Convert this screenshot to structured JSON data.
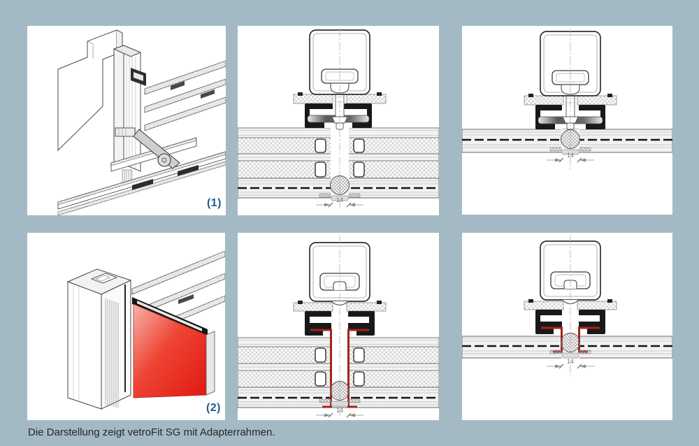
{
  "page": {
    "background_color": "#a3bac4",
    "caption": "Die Darstellung zeigt vetroFit SG mit Adapterrahmen."
  },
  "labels": {
    "figure1": "(1)",
    "figure2": "(2)"
  },
  "dimensions": {
    "joint_width_mm": "14"
  },
  "colors": {
    "panel_background": "#ffffff",
    "figure_label_blue": "#235c8c",
    "adapter_highlight_red": "#a8211a",
    "glass_red": "#e01810",
    "profile_black": "#191919",
    "caption_text": "#262626"
  },
  "panels": [
    {
      "id": "panel-iso-1",
      "type": "isometric-detail",
      "label": "(1)"
    },
    {
      "id": "panel-sec-ins",
      "type": "cross-section",
      "glazing": "insulated",
      "dimension": "14"
    },
    {
      "id": "panel-sec-single",
      "type": "cross-section",
      "glazing": "single",
      "dimension": "14"
    },
    {
      "id": "panel-iso-2",
      "type": "isometric-detail",
      "label": "(2)"
    },
    {
      "id": "panel-sec-ins-adapter",
      "type": "cross-section",
      "glazing": "insulated",
      "dimension": "14",
      "highlight": "adapter-frame-red"
    },
    {
      "id": "panel-sec-single-adapter",
      "type": "cross-section",
      "glazing": "single",
      "dimension": "14",
      "highlight": "adapter-frame-red"
    }
  ]
}
